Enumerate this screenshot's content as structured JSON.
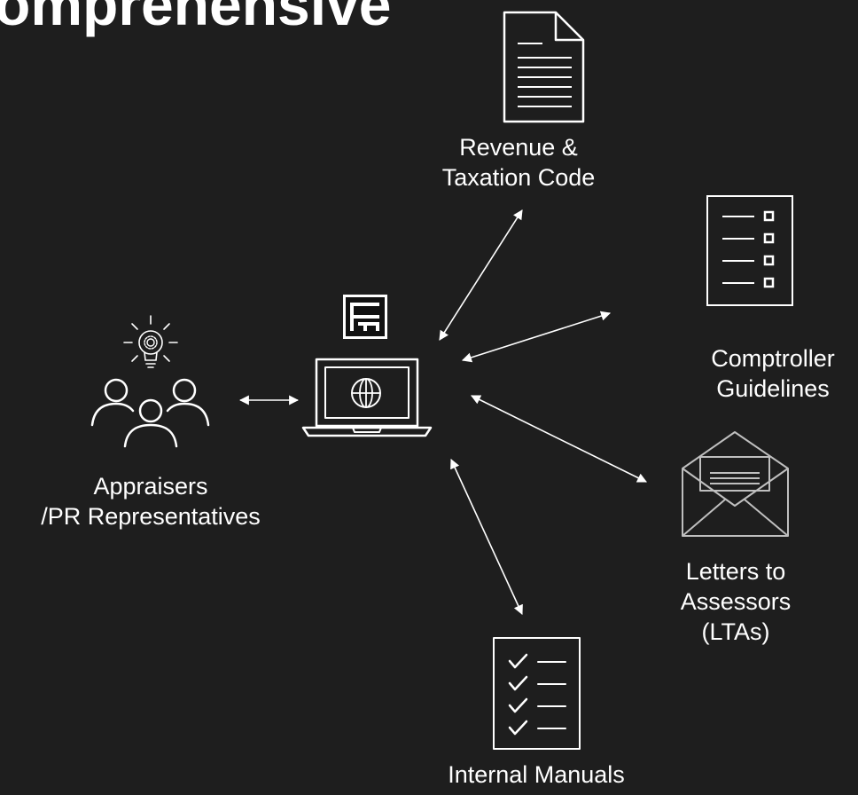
{
  "title": "omprehensive",
  "nodes": {
    "appraisers": {
      "line1": "Appraisers",
      "line2": "/PR Representatives"
    },
    "revenue": {
      "line1": "Revenue &",
      "line2": "Taxation Code"
    },
    "comptroller": {
      "line1": "Comptroller",
      "line2": "Guidelines"
    },
    "letters": {
      "line1": "Letters to",
      "line2": "Assessors",
      "line3": "(LTAs)"
    },
    "manuals": {
      "line1": "Internal Manuals"
    }
  },
  "icons": {
    "appraisers": "people-lightbulb-gear-icon",
    "hub": "laptop-globe-icon",
    "hub_logo": "app-logo-icon",
    "revenue": "document-icon",
    "comptroller": "checklist-boxes-icon",
    "letters": "envelope-letter-icon",
    "manuals": "checklist-ticks-icon"
  },
  "colors": {
    "background": "#1e1e1e",
    "foreground": "#ffffff",
    "envelope": "#bfbfbf"
  }
}
